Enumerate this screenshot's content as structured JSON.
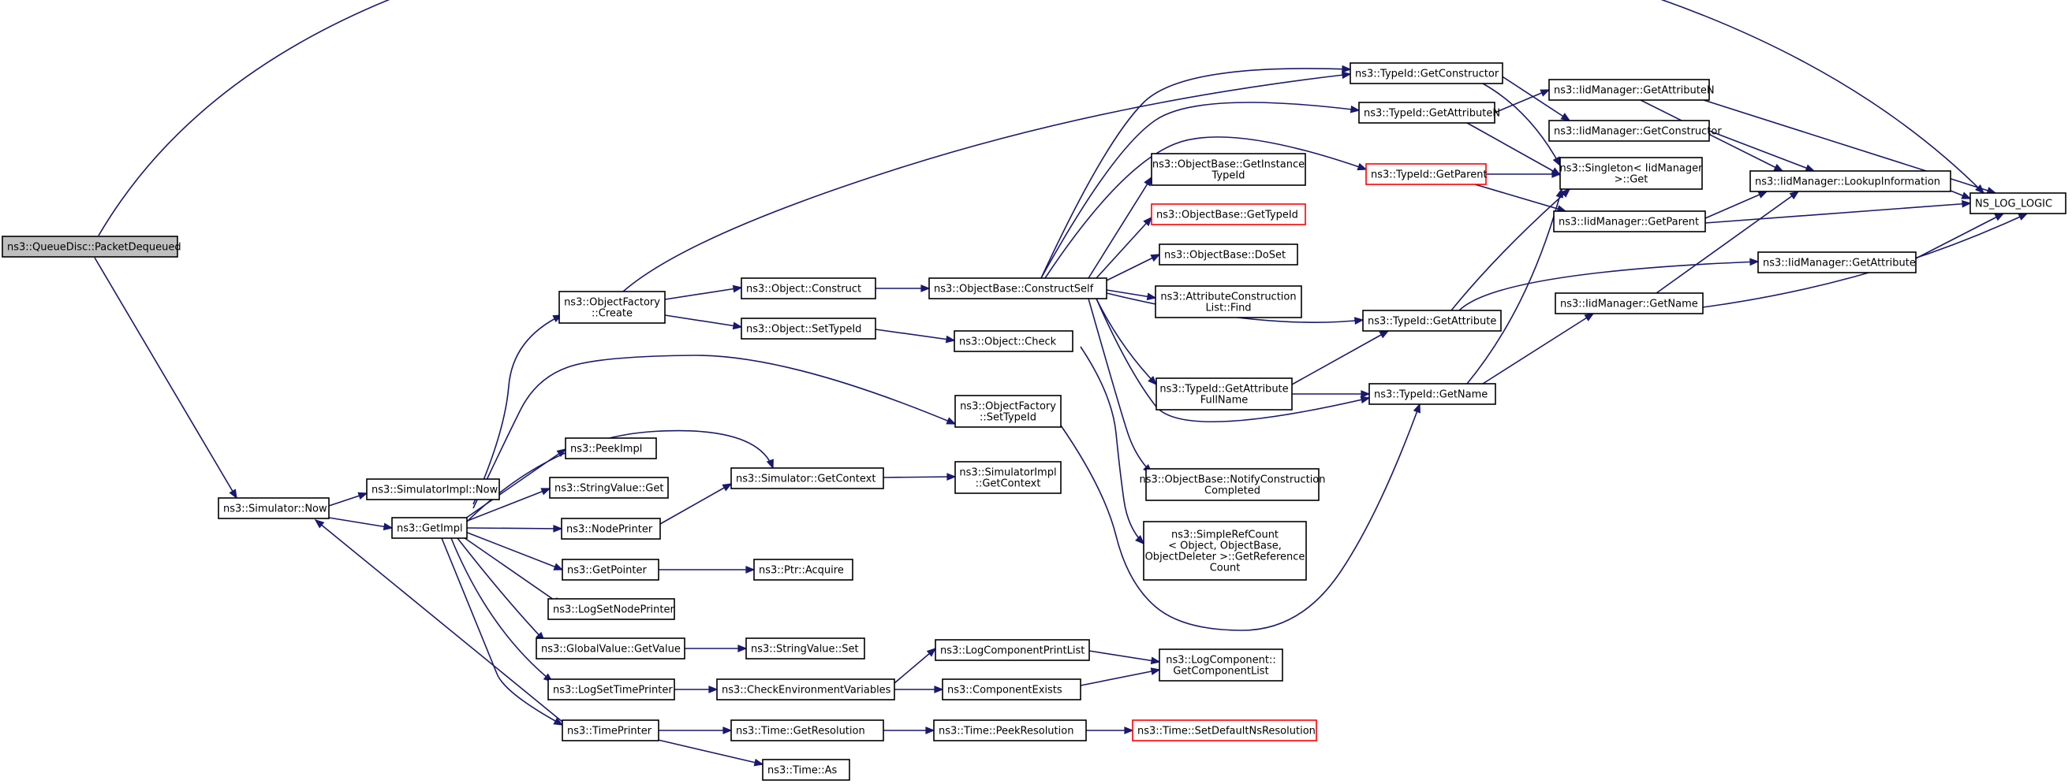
{
  "diagram": {
    "nodes": [
      {
        "id": "root",
        "lines": [
          "ns3::QueueDisc::PacketDequeued"
        ],
        "style": "root"
      },
      {
        "id": "simnow",
        "lines": [
          "ns3::Simulator::Now"
        ]
      },
      {
        "id": "simimplnow",
        "lines": [
          "ns3::SimulatorImpl::Now"
        ]
      },
      {
        "id": "getimpl",
        "lines": [
          "ns3::GetImpl"
        ]
      },
      {
        "id": "ofcreate",
        "lines": [
          "ns3::ObjectFactory",
          "::Create"
        ]
      },
      {
        "id": "peekimpl",
        "lines": [
          "ns3::PeekImpl"
        ]
      },
      {
        "id": "strget",
        "lines": [
          "ns3::StringValue::Get"
        ]
      },
      {
        "id": "nodeprinter",
        "lines": [
          "ns3::NodePrinter"
        ]
      },
      {
        "id": "getpointer",
        "lines": [
          "ns3::GetPointer"
        ]
      },
      {
        "id": "logsetnode",
        "lines": [
          "ns3::LogSetNodePrinter"
        ]
      },
      {
        "id": "gvgetvalue",
        "lines": [
          "ns3::GlobalValue::GetValue"
        ]
      },
      {
        "id": "logsettime",
        "lines": [
          "ns3::LogSetTimePrinter"
        ]
      },
      {
        "id": "timeprinter",
        "lines": [
          "ns3::TimePrinter"
        ]
      },
      {
        "id": "objconstruct",
        "lines": [
          "ns3::Object::Construct"
        ]
      },
      {
        "id": "objsettypeid",
        "lines": [
          "ns3::Object::SetTypeId"
        ]
      },
      {
        "id": "simgetctx",
        "lines": [
          "ns3::Simulator::GetContext"
        ]
      },
      {
        "id": "ptracquire",
        "lines": [
          "ns3::Ptr::Acquire"
        ]
      },
      {
        "id": "strset",
        "lines": [
          "ns3::StringValue::Set"
        ]
      },
      {
        "id": "checkenv",
        "lines": [
          "ns3::CheckEnvironmentVariables"
        ]
      },
      {
        "id": "timegetres",
        "lines": [
          "ns3::Time::GetResolution"
        ]
      },
      {
        "id": "timeas",
        "lines": [
          "ns3::Time::As"
        ]
      },
      {
        "id": "obcs",
        "lines": [
          "ns3::ObjectBase::ConstructSelf"
        ]
      },
      {
        "id": "objcheck",
        "lines": [
          "ns3::Object::Check"
        ]
      },
      {
        "id": "ofsettid",
        "lines": [
          "ns3::ObjectFactory",
          "::SetTypeId"
        ]
      },
      {
        "id": "simimplctx",
        "lines": [
          "ns3::SimulatorImpl",
          "::GetContext"
        ]
      },
      {
        "id": "logcpl",
        "lines": [
          "ns3::LogComponentPrintList"
        ]
      },
      {
        "id": "compexists",
        "lines": [
          "ns3::ComponentExists"
        ]
      },
      {
        "id": "timepeekres",
        "lines": [
          "ns3::Time::PeekResolution"
        ]
      },
      {
        "id": "tidgetctor",
        "lines": [
          "ns3::TypeId::GetConstructor"
        ]
      },
      {
        "id": "tidgetattrn",
        "lines": [
          "ns3::TypeId::GetAttributeN"
        ]
      },
      {
        "id": "obgetinst",
        "lines": [
          "ns3::ObjectBase::GetInstance",
          "TypeId"
        ]
      },
      {
        "id": "tidgetparent",
        "lines": [
          "ns3::TypeId::GetParent"
        ],
        "style": "red"
      },
      {
        "id": "obgettid",
        "lines": [
          "ns3::ObjectBase::GetTypeId"
        ],
        "style": "red"
      },
      {
        "id": "obdoset",
        "lines": [
          "ns3::ObjectBase::DoSet"
        ]
      },
      {
        "id": "acfind",
        "lines": [
          "ns3::AttributeConstruction",
          "List::Find"
        ]
      },
      {
        "id": "tidgetattr",
        "lines": [
          "ns3::TypeId::GetAttribute"
        ]
      },
      {
        "id": "tidgetattrfull",
        "lines": [
          "ns3::TypeId::GetAttribute",
          "FullName"
        ]
      },
      {
        "id": "tidgetname",
        "lines": [
          "ns3::TypeId::GetName"
        ]
      },
      {
        "id": "obnotify",
        "lines": [
          "ns3::ObjectBase::NotifyConstruction",
          "Completed"
        ]
      },
      {
        "id": "simplerc",
        "lines": [
          "ns3::SimpleRefCount",
          "< Object, ObjectBase,",
          "ObjectDeleter >::GetReference",
          "Count"
        ]
      },
      {
        "id": "lcgetlist",
        "lines": [
          "ns3::LogComponent::",
          "GetComponentList"
        ]
      },
      {
        "id": "timesetdef",
        "lines": [
          "ns3::Time::SetDefaultNsResolution"
        ],
        "style": "red"
      },
      {
        "id": "iidgetattrn",
        "lines": [
          "ns3::IidManager::GetAttributeN"
        ]
      },
      {
        "id": "iidgetctor",
        "lines": [
          "ns3::IidManager::GetConstructor"
        ]
      },
      {
        "id": "singleton",
        "lines": [
          "ns3::Singleton< IidManager",
          ">::Get"
        ]
      },
      {
        "id": "iidgetparent",
        "lines": [
          "ns3::IidManager::GetParent"
        ]
      },
      {
        "id": "iidgetname",
        "lines": [
          "ns3::IidManager::GetName"
        ]
      },
      {
        "id": "iidlookup",
        "lines": [
          "ns3::IidManager::LookupInformation"
        ]
      },
      {
        "id": "iidgetattr",
        "lines": [
          "ns3::IidManager::GetAttribute"
        ]
      },
      {
        "id": "nslog",
        "lines": [
          "NS_LOG_LOGIC"
        ]
      }
    ]
  }
}
